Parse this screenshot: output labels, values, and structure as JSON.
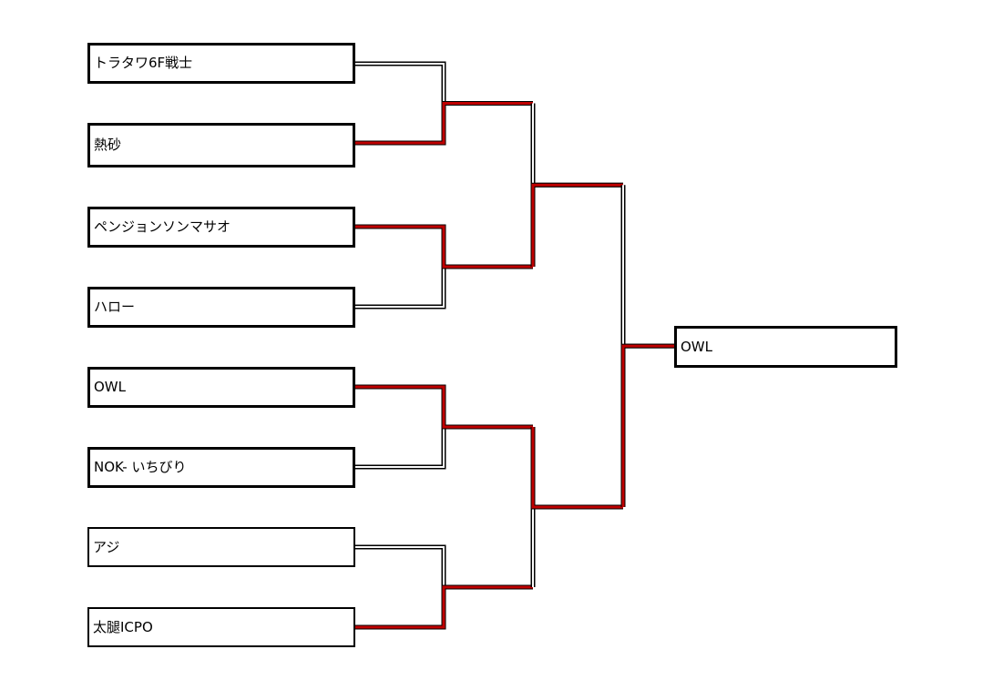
{
  "colors": {
    "winner_line": "#c00000",
    "winner_line_edge": "#000000",
    "loser_line": "#000000",
    "box_border": "#000000",
    "background": "#ffffff"
  },
  "teams": [
    {
      "name": "トラタワ6F戦士",
      "advanced": false
    },
    {
      "name": "熱砂",
      "advanced": true
    },
    {
      "name": "ペンジョンソンマサオ",
      "advanced": true
    },
    {
      "name": "ハロー",
      "advanced": false
    },
    {
      "name": "OWL",
      "advanced": true
    },
    {
      "name": "NOK- いちびり",
      "advanced": false
    },
    {
      "name": "アジ",
      "advanced": false
    },
    {
      "name": "太腿ICPO",
      "advanced": true
    }
  ],
  "champion": {
    "name": "OWL"
  },
  "rounds": {
    "quarterfinal_winners": [
      "熱砂",
      "ペンジョンソンマサオ",
      "OWL",
      "太腿ICPO"
    ],
    "semifinal_winners": [
      "ペンジョンソンマサオ",
      "OWL"
    ],
    "final_winner": "OWL"
  }
}
